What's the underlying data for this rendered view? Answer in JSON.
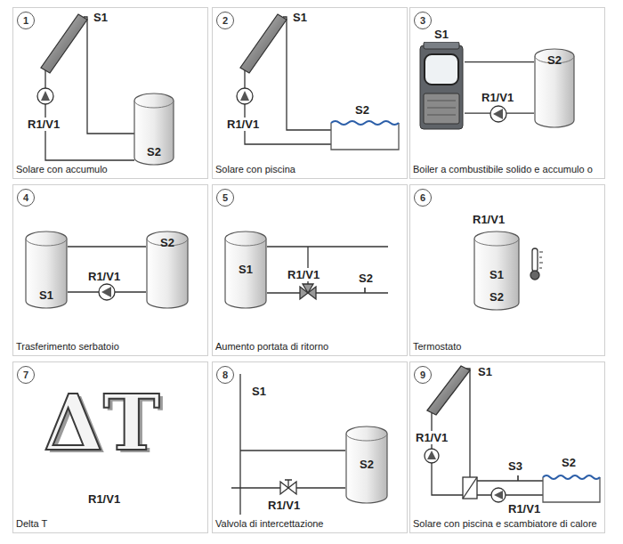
{
  "diagram": {
    "nodes": [
      {
        "text": [
          "Solare con accumulo"
        ]
      },
      {
        "text": [
          "1"
        ],
        "in": 0
      },
      {
        "text": [
          "S2"
        ],
        "in": 0
      },
      {
        "text": [
          "Solare con piscina"
        ]
      },
      {
        "text": [
          "2"
        ],
        "in": 3
      },
      {
        "text": [
          "Boiler a combustibile solido e accumulo o"
        ]
      },
      {
        "text": [
          "3"
        ],
        "in": 5
      },
      {
        "text": [
          "S1"
        ],
        "in": 5
      },
      {
        "text": [
          "S2"
        ],
        "in": 5
      },
      {
        "text": [
          "Trasferimento serbatoio"
        ]
      },
      {
        "text": [
          "4"
        ],
        "in": 9
      },
      {
        "text": [
          "S1"
        ],
        "in": 9
      },
      {
        "text": [
          "S2"
        ],
        "in": 9
      },
      {
        "text": [
          "Aumento portata di ritorno"
        ]
      },
      {
        "text": [
          "5"
        ],
        "in": 13
      },
      {
        "text": [
          "S1"
        ],
        "in": 13
      },
      {
        "text": [
          "Termostato"
        ]
      },
      {
        "text": [
          "6"
        ],
        "in": 16
      },
      {
        "text": [
          "S1",
          "S2"
        ],
        "in": 16
      },
      {
        "text": [
          "Delta T"
        ]
      },
      {
        "text": [
          "7"
        ],
        "in": 19
      },
      {
        "text": [
          "Valvola di intercettazione"
        ]
      },
      {
        "text": [
          "8"
        ],
        "in": 21
      },
      {
        "text": [
          "S2"
        ],
        "in": 21
      },
      {
        "text": [
          "Solare con piscina e scambiatore di calore"
        ]
      },
      {
        "text": [
          "9"
        ],
        "in": 24
      }
    ],
    "edges": [
      {
        "from": 7,
        "to": 8,
        "arrow": "none"
      },
      {
        "from": 7,
        "to": 8,
        "arrow": "none"
      },
      {
        "from": 11,
        "to": 12,
        "arrow": "none"
      },
      {
        "from": 11,
        "to": 12,
        "arrow": "none"
      }
    ],
    "labels": [
      "S1",
      "R1/V1",
      "S1",
      "R1/V1",
      "S2",
      "R1/V1",
      "R1/V1",
      "R1/V1",
      "S2",
      "R1/V1",
      "ΔT",
      "R1/V1",
      "S1",
      "R1/V1",
      "S1",
      "R1/V1",
      "S3",
      "R1/V1",
      "S2"
    ]
  }
}
